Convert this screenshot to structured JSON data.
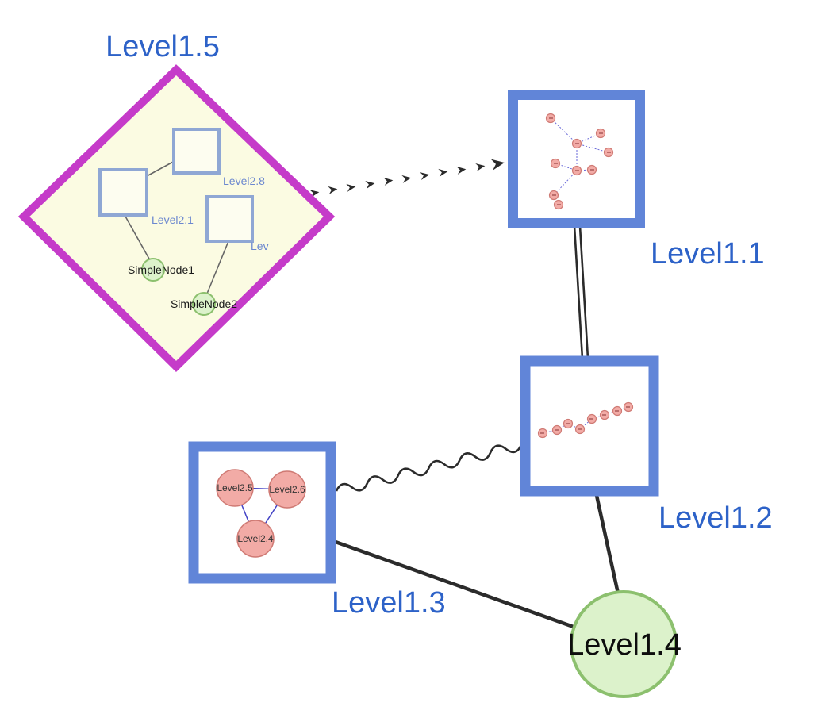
{
  "diagram": {
    "type": "nested-graph",
    "background": "#ffffff"
  },
  "labels": {
    "level1_5": "Level1.5",
    "level1_1": "Level1.1",
    "level1_2": "Level1.2",
    "level1_3": "Level1.3",
    "level1_4": "Level1.4"
  },
  "diamond_children": {
    "square_top": "Level2.8",
    "square_left": "Level2.1",
    "square_right": "Lev",
    "green_node_1": "SimpleNode1",
    "green_node_2": "SimpleNode2"
  },
  "level1_3_children": {
    "circle_left": "Level2.5",
    "circle_right": "Level2.6",
    "circle_bottom": "Level2.4"
  },
  "edges": [
    {
      "from": "Level1.5",
      "to": "Level1.1",
      "style": "bold-dashed-arrow"
    },
    {
      "from": "Level1.1",
      "to": "Level1.2",
      "style": "double-parallel-line"
    },
    {
      "from": "Level1.3",
      "to": "Level1.2",
      "style": "wavy-line"
    },
    {
      "from": "Level1.3",
      "to": "Level1.4",
      "style": "solid-line"
    },
    {
      "from": "Level1.2",
      "to": "Level1.4",
      "style": "solid-line"
    }
  ],
  "colors": {
    "label_blue": "#2d62c8",
    "diamond_border": "#c53bc9",
    "diamond_fill": "#fbfbe2",
    "box_border": "#6185d8",
    "green_fill": "#dcf2cb",
    "green_border": "#8cc06e",
    "pink_fill": "#f2aba6",
    "pink_border": "#cf7a74",
    "edge_color": "#2b2b2b",
    "mini_edge_blue": "#6a6ad8"
  }
}
